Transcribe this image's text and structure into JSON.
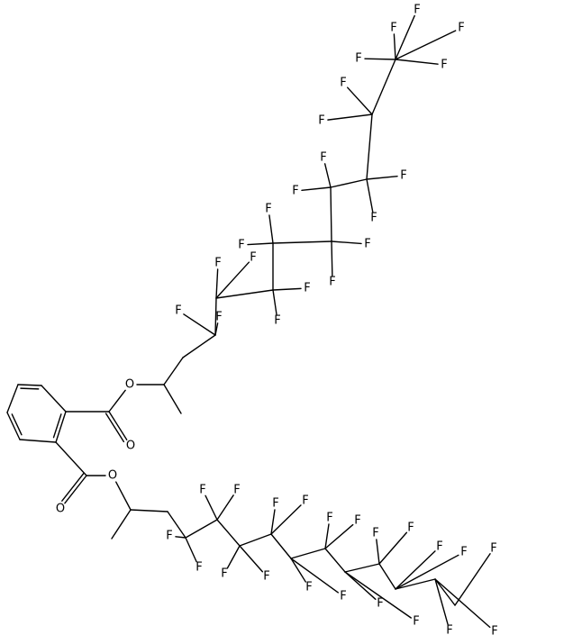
{
  "diagram": {
    "type": "skeletal-structure",
    "atoms": [
      {
        "id": "c1",
        "el": "C"
      },
      {
        "id": "c2",
        "el": "C"
      },
      {
        "id": "c3",
        "el": "C"
      },
      {
        "id": "c4",
        "el": "C"
      },
      {
        "id": "c5",
        "el": "C"
      },
      {
        "id": "c6",
        "el": "C"
      },
      {
        "id": "ca",
        "el": "C"
      },
      {
        "id": "oa1",
        "el": "O"
      },
      {
        "id": "oa2",
        "el": "O"
      },
      {
        "id": "ua1",
        "el": "C"
      },
      {
        "id": "ua2",
        "el": "C"
      },
      {
        "id": "ua3",
        "el": "C"
      },
      {
        "id": "u4",
        "el": "C"
      },
      {
        "id": "u5",
        "el": "C"
      },
      {
        "id": "u6",
        "el": "C"
      },
      {
        "id": "u7",
        "el": "C"
      },
      {
        "id": "u8",
        "el": "C"
      },
      {
        "id": "u9",
        "el": "C"
      },
      {
        "id": "u10",
        "el": "C"
      },
      {
        "id": "u11",
        "el": "C"
      },
      {
        "id": "u12",
        "el": "C"
      },
      {
        "id": "cb",
        "el": "C"
      },
      {
        "id": "ob1",
        "el": "O"
      },
      {
        "id": "ob2",
        "el": "O"
      },
      {
        "id": "lb1",
        "el": "C"
      },
      {
        "id": "lb2",
        "el": "C"
      },
      {
        "id": "lb3",
        "el": "C"
      },
      {
        "id": "l4",
        "el": "C"
      },
      {
        "id": "l5",
        "el": "C"
      },
      {
        "id": "l6",
        "el": "C"
      },
      {
        "id": "l7",
        "el": "C"
      },
      {
        "id": "l8",
        "el": "C"
      },
      {
        "id": "l9",
        "el": "C"
      },
      {
        "id": "l10",
        "el": "C"
      },
      {
        "id": "l11",
        "el": "C"
      },
      {
        "id": "l12",
        "el": "C"
      },
      {
        "id": "l13",
        "el": "C"
      },
      {
        "id": "l14",
        "el": "C"
      }
    ],
    "bonds": [
      [
        "c1",
        "c2",
        1
      ],
      [
        "c2",
        "c3",
        2
      ],
      [
        "c3",
        "c4",
        1
      ],
      [
        "c4",
        "c5",
        2
      ],
      [
        "c5",
        "c6",
        1
      ],
      [
        "c6",
        "c1",
        2
      ],
      [
        "c1",
        "ca",
        1
      ],
      [
        "ca",
        "oa1",
        2
      ],
      [
        "ca",
        "oa2",
        1
      ],
      [
        "oa2",
        "ua1",
        1
      ],
      [
        "ua1",
        "ua2",
        1
      ],
      [
        "ua1",
        "ua3",
        1
      ],
      [
        "ua3",
        "u4",
        1
      ],
      [
        "u4",
        "u5",
        1
      ],
      [
        "u5",
        "u6",
        1
      ],
      [
        "u6",
        "u7",
        1
      ],
      [
        "u7",
        "u8",
        1
      ],
      [
        "u8",
        "u9",
        1
      ],
      [
        "u9",
        "u10",
        1
      ],
      [
        "u10",
        "u11",
        1
      ],
      [
        "u11",
        "u12",
        1
      ],
      [
        "c6",
        "cb",
        1
      ],
      [
        "cb",
        "ob1",
        2
      ],
      [
        "cb",
        "ob2",
        1
      ],
      [
        "ob2",
        "lb1",
        1
      ],
      [
        "lb1",
        "lb2",
        1
      ],
      [
        "lb1",
        "lb3",
        1
      ],
      [
        "lb3",
        "l4",
        1
      ],
      [
        "l4",
        "l5",
        1
      ],
      [
        "l5",
        "l6",
        1
      ],
      [
        "l6",
        "l7",
        1
      ],
      [
        "l7",
        "l8",
        1
      ],
      [
        "l8",
        "l9",
        1
      ],
      [
        "l9",
        "l10",
        1
      ],
      [
        "l10",
        "l11",
        1
      ],
      [
        "l11",
        "l12",
        1
      ],
      [
        "l12",
        "l13",
        1
      ],
      [
        "l13",
        "l14",
        1
      ]
    ],
    "labels": [
      {
        "atom": "oa1",
        "text": "O"
      },
      {
        "atom": "oa2",
        "text": "O"
      },
      {
        "atom": "ob1",
        "text": "O"
      },
      {
        "atom": "ob2",
        "text": "O"
      },
      {
        "atom": "u4",
        "text": "F"
      },
      {
        "atom": "u4",
        "text": "F"
      },
      {
        "atom": "u5",
        "text": "F"
      },
      {
        "atom": "u5",
        "text": "F"
      },
      {
        "atom": "u6",
        "text": "F"
      },
      {
        "atom": "u6",
        "text": "F"
      },
      {
        "atom": "u7",
        "text": "F"
      },
      {
        "atom": "u7",
        "text": "F"
      },
      {
        "atom": "u8",
        "text": "F"
      },
      {
        "atom": "u8",
        "text": "F"
      },
      {
        "atom": "u9",
        "text": "F"
      },
      {
        "atom": "u9",
        "text": "F"
      },
      {
        "atom": "u10",
        "text": "F"
      },
      {
        "atom": "u10",
        "text": "F"
      },
      {
        "atom": "u11",
        "text": "F"
      },
      {
        "atom": "u11",
        "text": "F"
      },
      {
        "atom": "u12",
        "text": "F"
      },
      {
        "atom": "u12",
        "text": "F"
      },
      {
        "atom": "u12",
        "text": "F"
      },
      {
        "atom": "l4",
        "text": "F"
      },
      {
        "atom": "l4",
        "text": "F"
      },
      {
        "atom": "l5",
        "text": "F"
      },
      {
        "atom": "l5",
        "text": "F"
      },
      {
        "atom": "l6",
        "text": "F"
      },
      {
        "atom": "l6",
        "text": "F"
      },
      {
        "atom": "l7",
        "text": "F"
      },
      {
        "atom": "l7",
        "text": "F"
      },
      {
        "atom": "l8",
        "text": "F"
      },
      {
        "atom": "l8",
        "text": "F"
      },
      {
        "atom": "l9",
        "text": "F"
      },
      {
        "atom": "l9",
        "text": "F"
      },
      {
        "atom": "l10",
        "text": "F"
      },
      {
        "atom": "l10",
        "text": "F"
      },
      {
        "atom": "l11",
        "text": "F"
      },
      {
        "atom": "l11",
        "text": "F"
      },
      {
        "atom": "l12",
        "text": "F"
      },
      {
        "atom": "l12",
        "text": "F"
      },
      {
        "atom": "l13",
        "text": "F"
      },
      {
        "atom": "l13",
        "text": "F"
      },
      {
        "atom": "l14",
        "text": "F"
      },
      {
        "atom": "l14",
        "text": "F"
      },
      {
        "atom": "l14",
        "text": "F"
      }
    ]
  }
}
